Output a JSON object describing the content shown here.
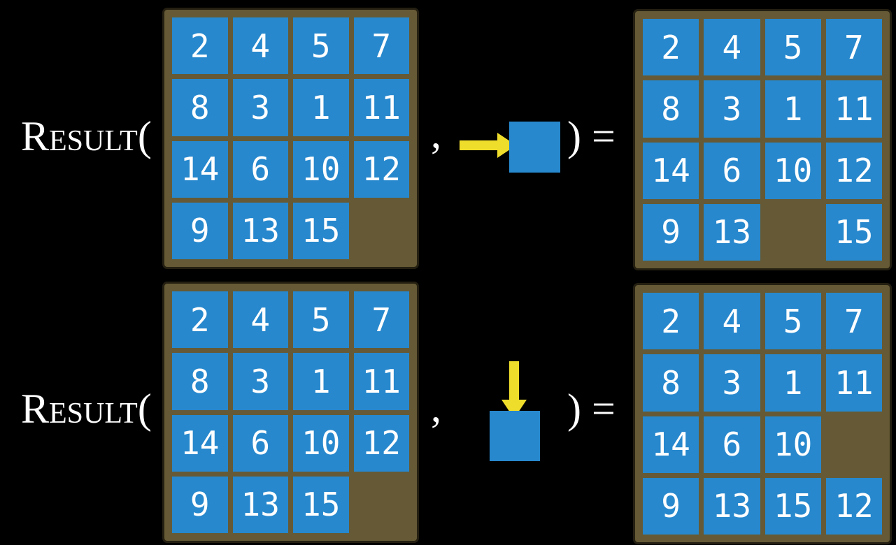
{
  "figure": {
    "description": "Two RESULT(state, action) equations on a 15-puzzle",
    "colors": {
      "background": "#000000",
      "frame_brown": "#655A35",
      "tile_blue": "#2788CD",
      "arrow_yellow": "#EFDD2B",
      "text_white": "#FFFFFF"
    },
    "equations": [
      {
        "label": "Result(",
        "comma": ",",
        "close": ") =",
        "move_direction": "right",
        "input_grid": [
          [
            "2",
            "4",
            "5",
            "7"
          ],
          [
            "8",
            "3",
            "1",
            "11"
          ],
          [
            "14",
            "6",
            "10",
            "12"
          ],
          [
            "9",
            "13",
            "15",
            ""
          ]
        ],
        "output_grid": [
          [
            "2",
            "4",
            "5",
            "7"
          ],
          [
            "8",
            "3",
            "1",
            "11"
          ],
          [
            "14",
            "6",
            "10",
            "12"
          ],
          [
            "9",
            "13",
            "",
            "15"
          ]
        ]
      },
      {
        "label": "Result(",
        "comma": ",",
        "close": ") =",
        "move_direction": "down",
        "input_grid": [
          [
            "2",
            "4",
            "5",
            "7"
          ],
          [
            "8",
            "3",
            "1",
            "11"
          ],
          [
            "14",
            "6",
            "10",
            "12"
          ],
          [
            "9",
            "13",
            "15",
            ""
          ]
        ],
        "output_grid": [
          [
            "2",
            "4",
            "5",
            "7"
          ],
          [
            "8",
            "3",
            "1",
            "11"
          ],
          [
            "14",
            "6",
            "10",
            ""
          ],
          [
            "9",
            "13",
            "15",
            "12"
          ]
        ]
      }
    ]
  }
}
